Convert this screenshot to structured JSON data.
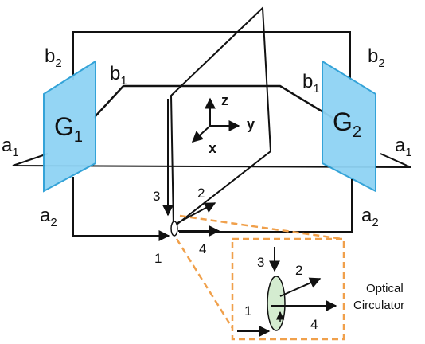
{
  "gratings": {
    "left": {
      "letter": "G",
      "sub": "1"
    },
    "right": {
      "letter": "G",
      "sub": "2"
    }
  },
  "beam_labels": {
    "b2_left": {
      "letter": "b",
      "sub": "2"
    },
    "b1_left": {
      "letter": "b",
      "sub": "1"
    },
    "a1_left": {
      "letter": "a",
      "sub": "1"
    },
    "a2_left": {
      "letter": "a",
      "sub": "2"
    },
    "b2_right": {
      "letter": "b",
      "sub": "2"
    },
    "b1_right": {
      "letter": "b",
      "sub": "1"
    },
    "a1_right": {
      "letter": "a",
      "sub": "1"
    },
    "a2_right": {
      "letter": "a",
      "sub": "2"
    }
  },
  "axes": {
    "z": "z",
    "y": "y",
    "x": "x"
  },
  "ports_main": {
    "p1": "1",
    "p2": "2",
    "p3": "3",
    "p4": "4"
  },
  "ports_inset": {
    "p1": "1",
    "p2": "2",
    "p3": "3",
    "p4": "4"
  },
  "inset": {
    "line1": "Optical",
    "line2": "Circulator"
  },
  "colors": {
    "grating_fill": "#8fd3f4",
    "grating_stroke": "#2a9fd6",
    "inset_dash": "#f0a04b",
    "circulator_fill": "#d4ecd0",
    "line": "#111111"
  }
}
